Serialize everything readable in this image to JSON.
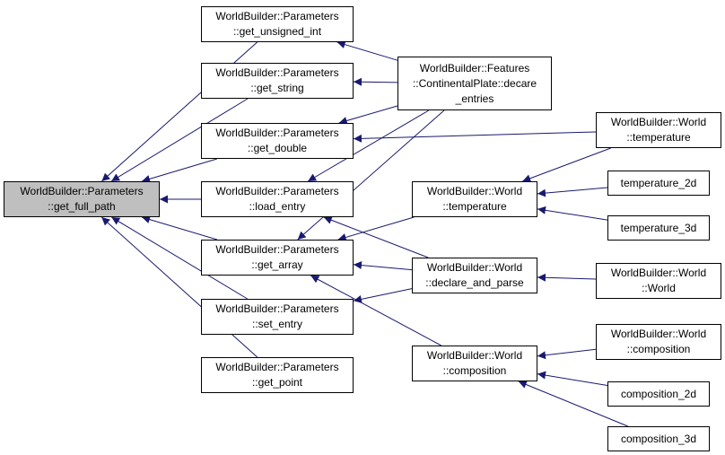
{
  "graph": {
    "nodes": [
      {
        "id": "full_path",
        "lines": [
          "WorldBuilder::Parameters",
          "::get_full_path"
        ],
        "root": true
      },
      {
        "id": "unsigned",
        "lines": [
          "WorldBuilder::Parameters",
          "::get_unsigned_int"
        ]
      },
      {
        "id": "string",
        "lines": [
          "WorldBuilder::Parameters",
          "::get_string"
        ]
      },
      {
        "id": "double",
        "lines": [
          "WorldBuilder::Parameters",
          "::get_double"
        ]
      },
      {
        "id": "load_entry",
        "lines": [
          "WorldBuilder::Parameters",
          "::load_entry"
        ]
      },
      {
        "id": "array",
        "lines": [
          "WorldBuilder::Parameters",
          "::get_array"
        ]
      },
      {
        "id": "set_entry",
        "lines": [
          "WorldBuilder::Parameters",
          "::set_entry"
        ]
      },
      {
        "id": "point",
        "lines": [
          "WorldBuilder::Parameters",
          "::get_point"
        ]
      },
      {
        "id": "decare",
        "lines": [
          "WorldBuilder::Features",
          "::ContinentalPlate::decare",
          "_entries"
        ]
      },
      {
        "id": "temperature",
        "lines": [
          "WorldBuilder::World",
          "::temperature"
        ]
      },
      {
        "id": "declare_parse",
        "lines": [
          "WorldBuilder::World",
          "::declare_and_parse"
        ]
      },
      {
        "id": "composition",
        "lines": [
          "WorldBuilder::World",
          "::composition"
        ]
      },
      {
        "id": "w_temperature",
        "lines": [
          "WorldBuilder::World",
          "::temperature"
        ]
      },
      {
        "id": "temperature_2d",
        "lines": [
          "temperature_2d"
        ]
      },
      {
        "id": "temperature_3d",
        "lines": [
          "temperature_3d"
        ]
      },
      {
        "id": "w_world",
        "lines": [
          "WorldBuilder::World",
          "::World"
        ]
      },
      {
        "id": "w_composition",
        "lines": [
          "WorldBuilder::World",
          "::composition"
        ]
      },
      {
        "id": "composition_2d",
        "lines": [
          "composition_2d"
        ]
      },
      {
        "id": "composition_3d",
        "lines": [
          "composition_3d"
        ]
      }
    ],
    "edges": [
      {
        "from": "unsigned",
        "to": "full_path"
      },
      {
        "from": "string",
        "to": "full_path"
      },
      {
        "from": "double",
        "to": "full_path"
      },
      {
        "from": "load_entry",
        "to": "full_path"
      },
      {
        "from": "array",
        "to": "full_path"
      },
      {
        "from": "set_entry",
        "to": "full_path"
      },
      {
        "from": "point",
        "to": "full_path"
      },
      {
        "from": "decare",
        "to": "unsigned"
      },
      {
        "from": "decare",
        "to": "string"
      },
      {
        "from": "decare",
        "to": "double"
      },
      {
        "from": "decare",
        "to": "load_entry"
      },
      {
        "from": "decare",
        "to": "array"
      },
      {
        "from": "w_temperature",
        "to": "double"
      },
      {
        "from": "temperature",
        "to": "array"
      },
      {
        "from": "declare_parse",
        "to": "load_entry"
      },
      {
        "from": "declare_parse",
        "to": "array"
      },
      {
        "from": "declare_parse",
        "to": "set_entry"
      },
      {
        "from": "composition",
        "to": "array"
      },
      {
        "from": "w_temperature",
        "to": "temperature"
      },
      {
        "from": "temperature_2d",
        "to": "temperature"
      },
      {
        "from": "temperature_3d",
        "to": "temperature"
      },
      {
        "from": "w_world",
        "to": "declare_parse"
      },
      {
        "from": "w_composition",
        "to": "composition"
      },
      {
        "from": "composition_2d",
        "to": "composition"
      },
      {
        "from": "composition_3d",
        "to": "composition"
      }
    ],
    "colors": {
      "edge": "#191970",
      "root_fill": "#bfbfbf",
      "node_border": "#000000"
    }
  }
}
